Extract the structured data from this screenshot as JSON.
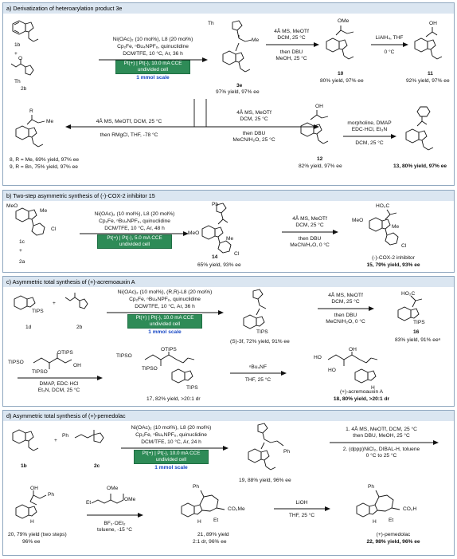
{
  "panel_a": {
    "header": "a) Derivatization of heteroarylation product 3e",
    "reagent_1b": "1b",
    "plus": "+",
    "reagent_2b": "2b",
    "th": "Th",
    "cond_line1": "Ni(OAc)₂ (10 mol%), L8 (20 mol%)",
    "cond_line2": "Cp₂Fe, ⁿBu₄NPF₆, quinuclidine",
    "cond_line3": "DCM/TFE, 10 °C, Ar, 36 h",
    "cell_line1": "Pt(+) | Pt(-), 10.0 mA CCE",
    "cell_line2": "undivided cell",
    "scale": "1 mmol scale",
    "p3e_label": "3e",
    "p3e_yield": "97% yield, 97% ee",
    "r10_line1": "4Å MS, MeOTf",
    "r10_line2": "DCM, 25 °C",
    "r10_line3": "then DBU",
    "r10_line4": "MeOH, 25 °C",
    "p10_label": "10",
    "p10_yield": "80% yield, 97% ee",
    "r11_line1": "LiAlH₄, THF",
    "r11_line2": "0 °C",
    "p11_label": "11",
    "p11_yield": "92% yield, 97% ee",
    "r8_line1": "4Å MS, MeOTf, DCM, 25 °C",
    "r8_line2": "then RMgCl, THF, -78 °C",
    "p8_label": "8, R = Me, 69% yield, 97% ee",
    "p9_label": "9, R = Bn, 75% yield, 97% ee",
    "r12_line1": "4Å MS, MeOTf",
    "r12_line2": "DCM, 25 °C",
    "r12_line3": "then DBU",
    "r12_line4": "MeCN/H₂O, 25 °C",
    "p12_label": "12",
    "p12_yield": "82% yield, 97% ee",
    "r13_line1": "morpholine, DMAP",
    "r13_line2": "EDC·HCl, Et₃N",
    "r13_line3": "DCM, 25 °C",
    "p13_label": "13, 80% yield, 97% ee",
    "ome": "OMe",
    "oh": "OH",
    "o": "O",
    "r": "R",
    "me": "Me"
  },
  "panel_b": {
    "header": "b) Two-step asymmetric synthesis of (-)-COX-2 inhibitor 15",
    "meo": "MeO",
    "me2": "Me",
    "cl": "Cl",
    "reagent_1c": "1c",
    "plus": "+",
    "reagent_2a": "2a",
    "ph": "Ph",
    "cond_line1": "Ni(OAc)₂ (10 mol%), L8 (20 mol%)",
    "cond_line2": "Cp₂Fe, ⁿBu₄NPF₆, quinuclidine",
    "cond_line3": "DCM/TFE, 10 °C, Ar, 48 h",
    "cell_line1": "Pt(+) | Pt(-), 5.0 mA CCE",
    "cell_line2": "undivided cell",
    "p14_label": "14",
    "p14_yield": "65% yield, 93% ee",
    "r15_line1": "4Å MS, MeOTf",
    "r15_line2": "DCM, 25 °C",
    "r15_line3": "then DBU",
    "r15_line4": "MeCN/H₂O, 0 °C",
    "p15_name": "(-)-COX-2 inhibitor",
    "p15_yield": "15, 79% yield, 93% ee",
    "ho2c": "HO₂C"
  },
  "panel_c": {
    "header": "c) Asymmetric total synthesis of (+)-acremoauxin A",
    "tips": "TIPS",
    "reagent_1d": "1d",
    "plus": "+",
    "reagent_2b": "2b",
    "cond_line1": "Ni(OAc)₂ (10 mol%), (R,R)-L8 (20 mol%)",
    "cond_line2": "Cp₂Fe, ⁿBu₄NPF₆, quinuclidine",
    "cond_line3": "DCM/TFE, 10 °C, Ar, 36 h",
    "cell_line1": "Pt(+) | Pt(-), 10.0 mA CCE",
    "cell_line2": "undivided cell",
    "scale": "1 mmol scale",
    "p3f_yield": "(S)-3f, 72% yield, 91% ee",
    "r16_line1": "4Å MS, MeOTf",
    "r16_line2": "DCM, 25 °C",
    "r16_line3": "then DBU",
    "r16_line4": "MeCN/H₂O, 0 °C",
    "p16_label": "16",
    "p16_yield": "83% yield, 91% eeᵃ",
    "otips": "OTIPS",
    "tipso": "TIPSO",
    "r17_line1": "DMAP, EDC·HCl",
    "r17_line2": "Et₃N, DCM, 25 °C",
    "p17_yield": "17, 82% yield, >20:1 dr",
    "r18_line1": "ⁿBu₄NF",
    "r18_line2": "THF, 25 °C",
    "p18_name": "(+)-acremoauxin A",
    "p18_yield": "18, 80% yield, >20:1 dr",
    "ho": "HO",
    "oh": "OH",
    "hn": "H"
  },
  "panel_d": {
    "header": "d) Asymmetric total synthesis of (+)-pemedolac",
    "reagent_1b": "1b",
    "plus": "+",
    "reagent_2c": "2c",
    "ph": "Ph",
    "cond_line1": "Ni(OAc)₂ (10 mol%), L8 (20 mol%)",
    "cond_line2": "Cp₂Fe, ⁿBu₄NPF₆, quinuclidine",
    "cond_line3": "DCM/TFE, 10 °C, Ar, 24 h",
    "cell_line1": "Pt(+) | Pt(-), 10.0 mA CCE",
    "cell_line2": "undivided cell",
    "scale": "1 mmol scale",
    "p19_yield": "19, 88% yield, 96% ee",
    "r20_line1": "1. 4Å MS, MeOTf, DCM, 25 °C",
    "r20_line2": "then DBU, MeOH, 25 °C",
    "r20_line3": "2. (dppp)NiCl₂, DIBAL-H, toluene",
    "r20_line4": "0 °C to 25 °C",
    "p20_yield": "20, 79% yield (two steps)",
    "p20_ee": "96% ee",
    "r21_line1": "BF₃·OEt₂",
    "r21_line2": "toluene, -15 °C",
    "p21_label": "21, 89% yield",
    "p21_dr": "2:1 dr, 96% ee",
    "r22_line1": "LiOH",
    "r22_line2": "THF, 25 °C",
    "p22_name": "(+)-pemedolac",
    "p22_yield": "22, 98% yield, 96% ee",
    "co2me": "CO₂Me",
    "co2h": "CO₂H",
    "et": "Et",
    "ome": "OMe",
    "h": "H"
  }
}
